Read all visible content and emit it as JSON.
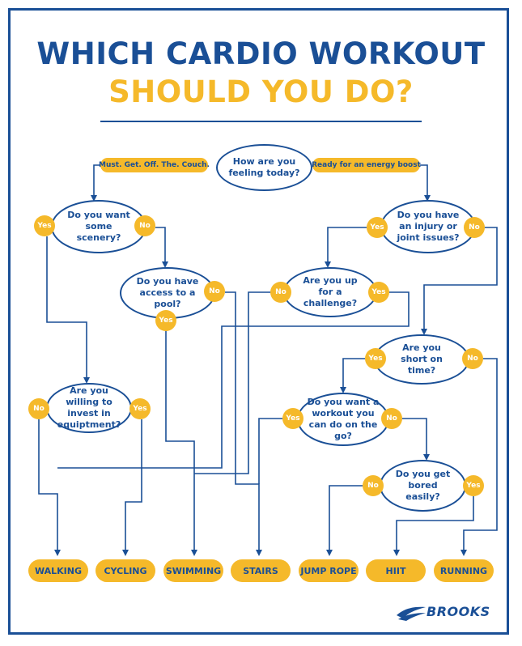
{
  "title": {
    "line1": "WHICH CARDIO WORKOUT",
    "line2": "SHOULD YOU DO?"
  },
  "branches": {
    "left": "Must. Get. Off. The. Couch.",
    "right": "Ready for an energy boost"
  },
  "questions": {
    "feeling": "How are you feeling today?",
    "scenery": "Do you want some scenery?",
    "injury": "Do you have an injury or joint issues?",
    "pool": "Do you have access to a pool?",
    "challenge": "Are you up for a challenge?",
    "short_time": "Are you short on time?",
    "equipment": "Are you willing to invest in equiptment?",
    "on_the_go": "Do you want a workout you can do on the go?",
    "bored": "Do you get bored easily?"
  },
  "answers": {
    "yes": "Yes",
    "no": "No"
  },
  "outcomes": [
    "WALKING",
    "CYCLING",
    "SWIMMING",
    "STAIRS",
    "JUMP ROPE",
    "HIIT",
    "RUNNING"
  ],
  "brand": {
    "name": "BROOKS"
  },
  "colors": {
    "blue": "#1a4f96",
    "yellow": "#f5b92a"
  }
}
